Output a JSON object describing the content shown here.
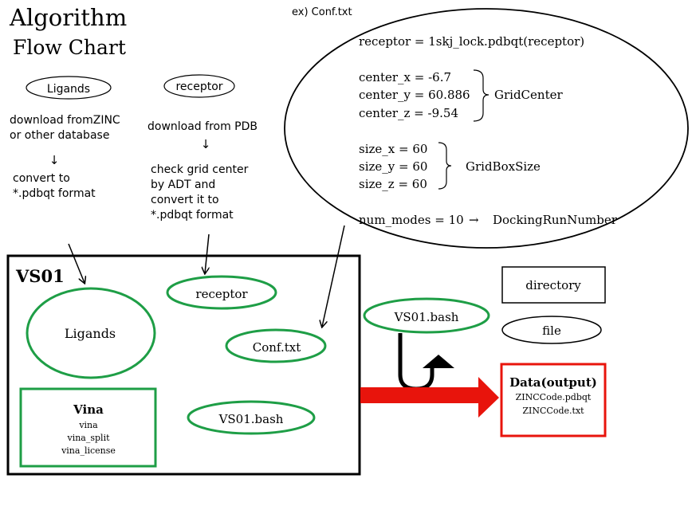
{
  "title_line1": "Algorithm",
  "title_line2": "Flow Chart",
  "left_column": {
    "ligands_label": "Ligands",
    "ligands_step1_line1": "download fromZINC",
    "ligands_step1_line2": "or other database",
    "arrow_glyph": "↓",
    "ligands_step2_line1": "convert to",
    "ligands_step2_line2": "*.pdbqt format"
  },
  "receptor_column": {
    "receptor_label": "receptor",
    "step1": "download from PDB",
    "arrow_glyph": "↓",
    "step2_line1": "check grid center",
    "step2_line2": "by ADT and",
    "step2_line3": "convert it to",
    "step2_line4": "*.pdbqt format"
  },
  "conf_example": {
    "caption": "ex) Conf.txt",
    "receptor_line": "receptor = 1skj_lock.pdbqt(receptor)",
    "center_x": "center_x = -6.7",
    "center_y": "center_y = 60.886",
    "center_z": "center_z = -9.54",
    "grid_center_label": "GridCenter",
    "size_x": "size_x = 60",
    "size_y": "size_y = 60",
    "size_z": "size_z = 60",
    "grid_box_label": "GridBoxSize",
    "num_modes": "num_modes = 10",
    "arrow_glyph": "→",
    "docking_label": "DockingRunNumber"
  },
  "vs01": {
    "label": "VS01",
    "ligands": "Ligands",
    "receptor": "receptor",
    "conf": "Conf.txt",
    "bash": "VS01.bash",
    "vina_title": "Vina",
    "vina_items": [
      "vina",
      "vina_split",
      "vina_license"
    ]
  },
  "bash_outside": "VS01.bash",
  "legend": {
    "directory": "directory",
    "file": "file"
  },
  "output": {
    "title": "Data(output)",
    "items": [
      "ZINCCode.pdbqt",
      "ZINCCode.txt"
    ]
  },
  "colors": {
    "green": "#1e9e46",
    "red": "#e8140c",
    "black": "#000000"
  }
}
